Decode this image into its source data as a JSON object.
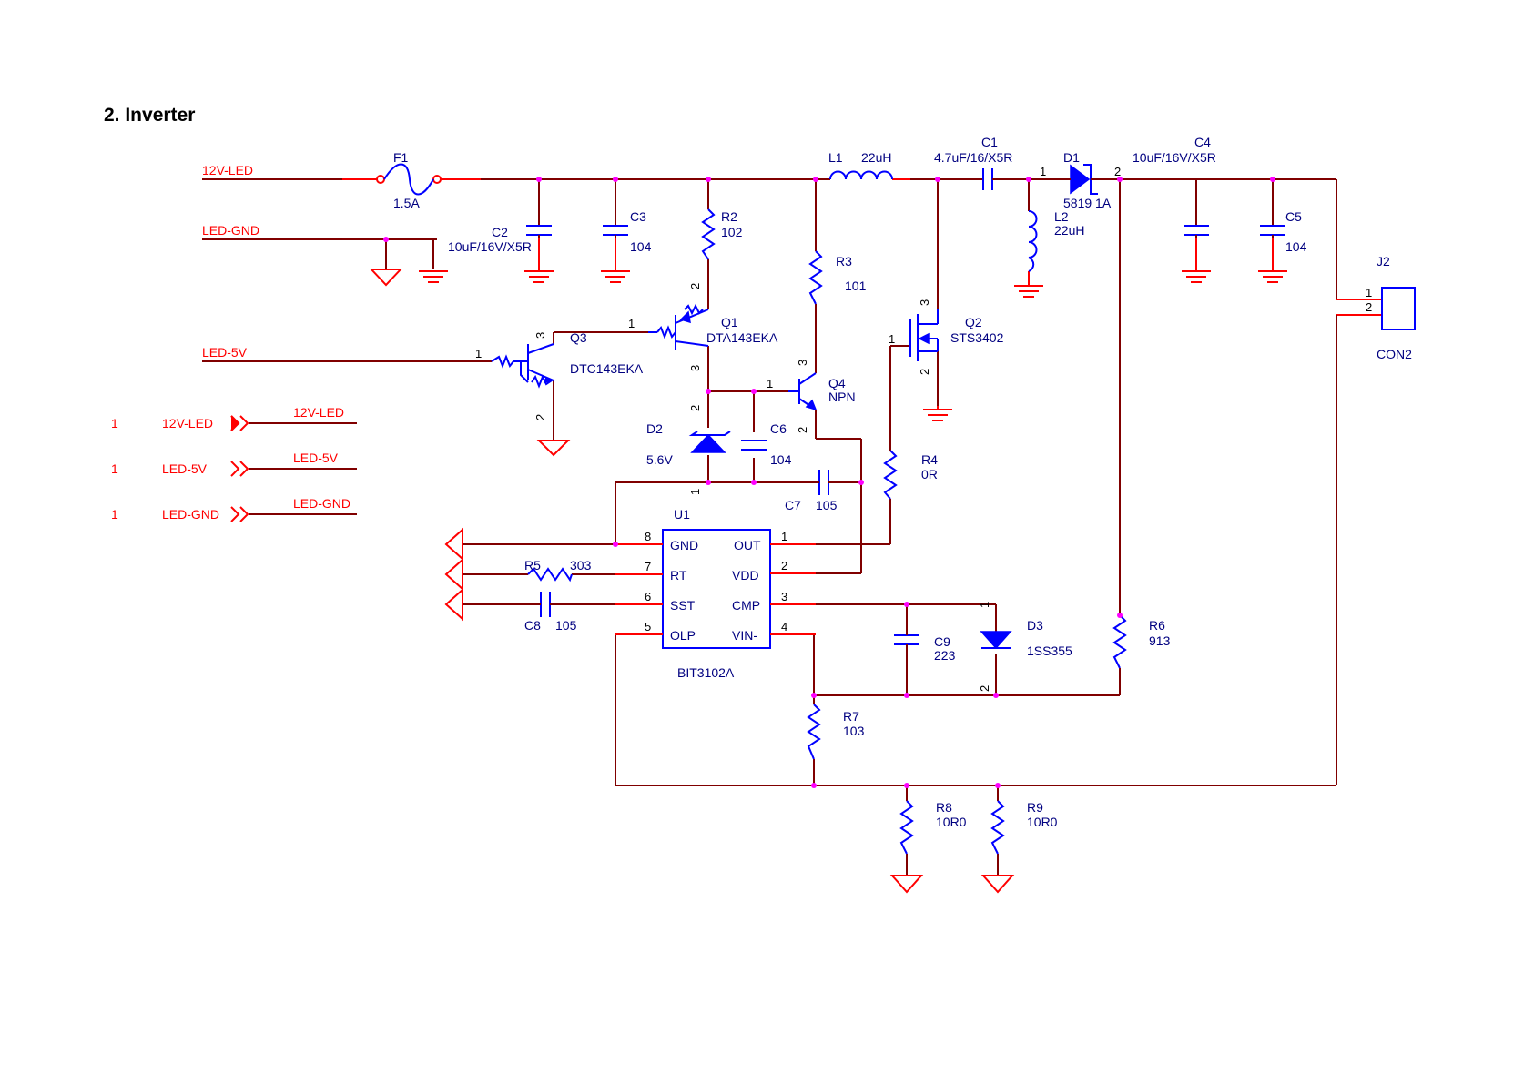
{
  "title": "2. Inverter",
  "nets": {
    "n12v": "12V-LED",
    "ngnd": "LED-GND",
    "n5v": "LED-5V"
  },
  "ports": [
    {
      "num": "1",
      "label": "12V-LED",
      "net": "12V-LED"
    },
    {
      "num": "1",
      "label": "LED-5V",
      "net": "LED-5V"
    },
    {
      "num": "1",
      "label": "LED-GND",
      "net": "LED-GND"
    }
  ],
  "components": {
    "F1": {
      "ref": "F1",
      "value": "1.5A"
    },
    "C1": {
      "ref": "C1",
      "value": "4.7uF/16/X5R"
    },
    "C2": {
      "ref": "C2",
      "value": "10uF/16V/X5R"
    },
    "C3": {
      "ref": "C3",
      "value": "104"
    },
    "C4": {
      "ref": "C4",
      "value": "10uF/16V/X5R"
    },
    "C5": {
      "ref": "C5",
      "value": "104"
    },
    "C6": {
      "ref": "C6",
      "value": "104"
    },
    "C7": {
      "ref": "C7",
      "value": "105"
    },
    "C8": {
      "ref": "C8",
      "value": "105"
    },
    "C9": {
      "ref": "C9",
      "value": "223"
    },
    "L1": {
      "ref": "L1",
      "value": "22uH"
    },
    "L2": {
      "ref": "L2",
      "value": "22uH"
    },
    "D1": {
      "ref": "D1",
      "value": "5819 1A"
    },
    "D2": {
      "ref": "D2",
      "value": "5.6V"
    },
    "D3": {
      "ref": "D3",
      "value": "1SS355"
    },
    "R2": {
      "ref": "R2",
      "value": "102"
    },
    "R3": {
      "ref": "R3",
      "value": "101"
    },
    "R4": {
      "ref": "R4",
      "value": "0R"
    },
    "R5": {
      "ref": "R5",
      "value": "303"
    },
    "R6": {
      "ref": "R6",
      "value": "913"
    },
    "R7": {
      "ref": "R7",
      "value": "103"
    },
    "R8": {
      "ref": "R8",
      "value": "10R0"
    },
    "R9": {
      "ref": "R9",
      "value": "10R0"
    },
    "Q1": {
      "ref": "Q1",
      "value": "DTA143EKA"
    },
    "Q2": {
      "ref": "Q2",
      "value": "STS3402"
    },
    "Q3": {
      "ref": "Q3",
      "value": "DTC143EKA"
    },
    "Q4": {
      "ref": "Q4",
      "value": "NPN"
    },
    "J2": {
      "ref": "J2",
      "value": "CON2"
    },
    "U1": {
      "ref": "U1",
      "value": "BIT3102A"
    }
  },
  "u1_pins": {
    "left": [
      {
        "num": "8",
        "name": "GND"
      },
      {
        "num": "7",
        "name": "RT"
      },
      {
        "num": "6",
        "name": "SST"
      },
      {
        "num": "5",
        "name": "OLP"
      }
    ],
    "right": [
      {
        "num": "1",
        "name": "OUT"
      },
      {
        "num": "2",
        "name": "VDD"
      },
      {
        "num": "3",
        "name": "CMP"
      },
      {
        "num": "4",
        "name": "VIN-"
      }
    ]
  },
  "pin_numbers": {
    "one": "1",
    "two": "2",
    "three": "3"
  },
  "colors": {
    "wire": "#800000",
    "component": "#0000ff",
    "net_label": "#ff0000",
    "junction": "#ff00ff",
    "text": "#000080"
  }
}
